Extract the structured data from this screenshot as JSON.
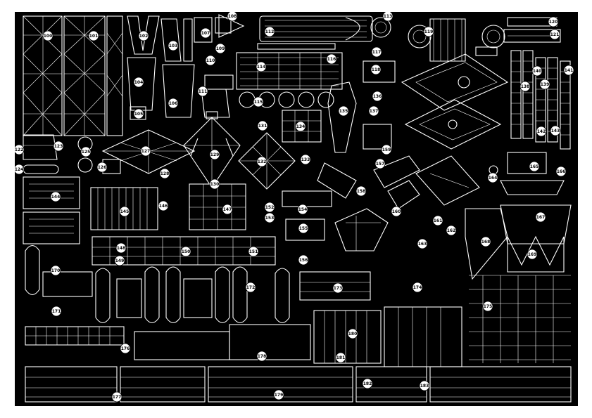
{
  "sheet": {
    "background": "#000000",
    "ink": "#ffffff"
  },
  "part_numbers": [
    "100",
    "101",
    "102",
    "103",
    "104",
    "105",
    "106",
    "107",
    "108",
    "109",
    "110",
    "111",
    "112",
    "113",
    "114",
    "115",
    "116",
    "117",
    "118",
    "119",
    "120",
    "121",
    "122",
    "123",
    "124",
    "125",
    "126",
    "127",
    "128",
    "129",
    "130",
    "131",
    "132",
    "133",
    "134",
    "135",
    "136",
    "137",
    "138",
    "139",
    "140",
    "141",
    "142",
    "143",
    "144",
    "145",
    "146",
    "147",
    "148",
    "149",
    "150",
    "151",
    "152",
    "153",
    "154",
    "155",
    "156",
    "157",
    "158",
    "159",
    "160",
    "161",
    "162",
    "163",
    "164",
    "165",
    "166",
    "167",
    "168",
    "169",
    "170",
    "171",
    "172",
    "173",
    "174",
    "175",
    "176",
    "177",
    "178",
    "179",
    "180",
    "181",
    "182",
    "183"
  ]
}
